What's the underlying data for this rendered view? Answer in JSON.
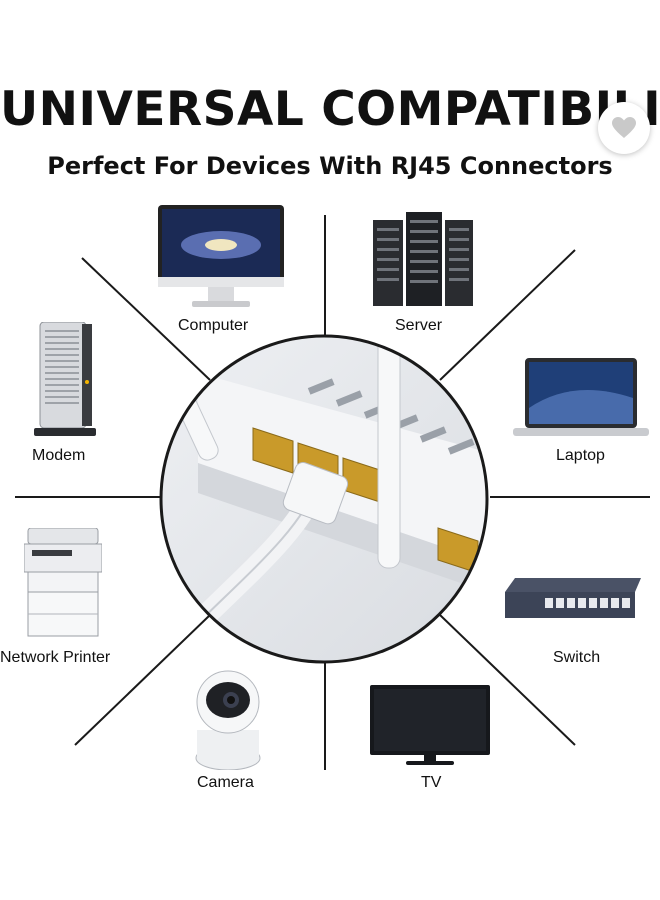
{
  "header": {
    "title": "UNIVERSAL COMPATIBILI",
    "subtitle": "Perfect For Devices With RJ45 Connectors"
  },
  "wishlist": {
    "icon": "heart-icon"
  },
  "devices": {
    "computer": "Computer",
    "server": "Server",
    "modem": "Modem",
    "laptop": "Laptop",
    "network_printer": "Network Printer",
    "switch": "Switch",
    "camera": "Camera",
    "tv": "TV"
  },
  "colors": {
    "port_yellow": "#c99a2a",
    "router_white": "#e9ebee",
    "line": "#1a1a1a"
  }
}
